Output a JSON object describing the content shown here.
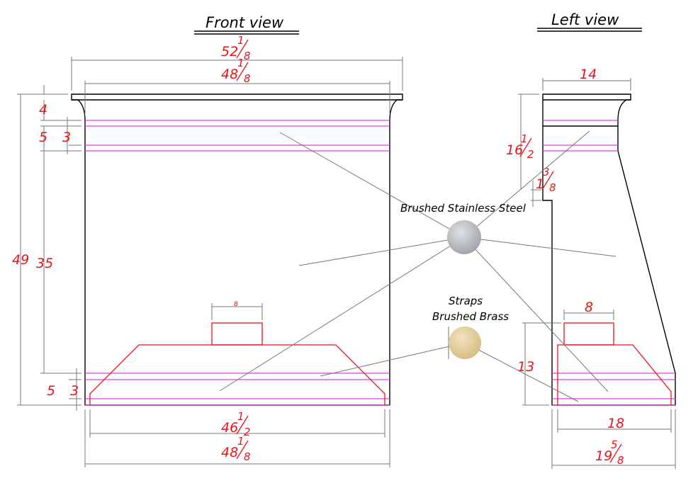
{
  "views": {
    "front_title": "Front view",
    "left_title": "Left view"
  },
  "front": {
    "overall_width": {
      "whole": "52",
      "num": "1",
      "den": "8"
    },
    "body_width": {
      "whole": "48",
      "num": "1",
      "den": "8"
    },
    "strap_width": "8",
    "bottom_inner_width": {
      "whole": "46",
      "num": "1",
      "den": "2"
    },
    "bottom_width": {
      "whole": "48",
      "num": "1",
      "den": "8"
    },
    "height_total": "49",
    "height_body": "35",
    "top_lip": "4",
    "top_band_offset": "5",
    "top_band_width": "3",
    "bottom_band_offset": "5",
    "bottom_band_width": "3"
  },
  "left": {
    "top_depth": "14",
    "upper_height": {
      "whole": "16",
      "num": "1",
      "den": "2"
    },
    "notch": {
      "whole": "1",
      "num": "3",
      "den": "8"
    },
    "strap_width": "8",
    "strap_height": "13",
    "base_inner_depth": "18",
    "base_depth": {
      "whole": "19",
      "num": "5",
      "den": "8"
    }
  },
  "materials": {
    "steel_label": "Brushed Stainless Steel",
    "straps_label_1": "Straps",
    "straps_label_2": "Brushed Brass",
    "steel_color": "#b9bcc1",
    "brass_color": "#e3cc98"
  },
  "colors": {
    "outline": "#000000",
    "dimension": "#e8141b",
    "band": "#e040e0",
    "leader": "#777777"
  }
}
